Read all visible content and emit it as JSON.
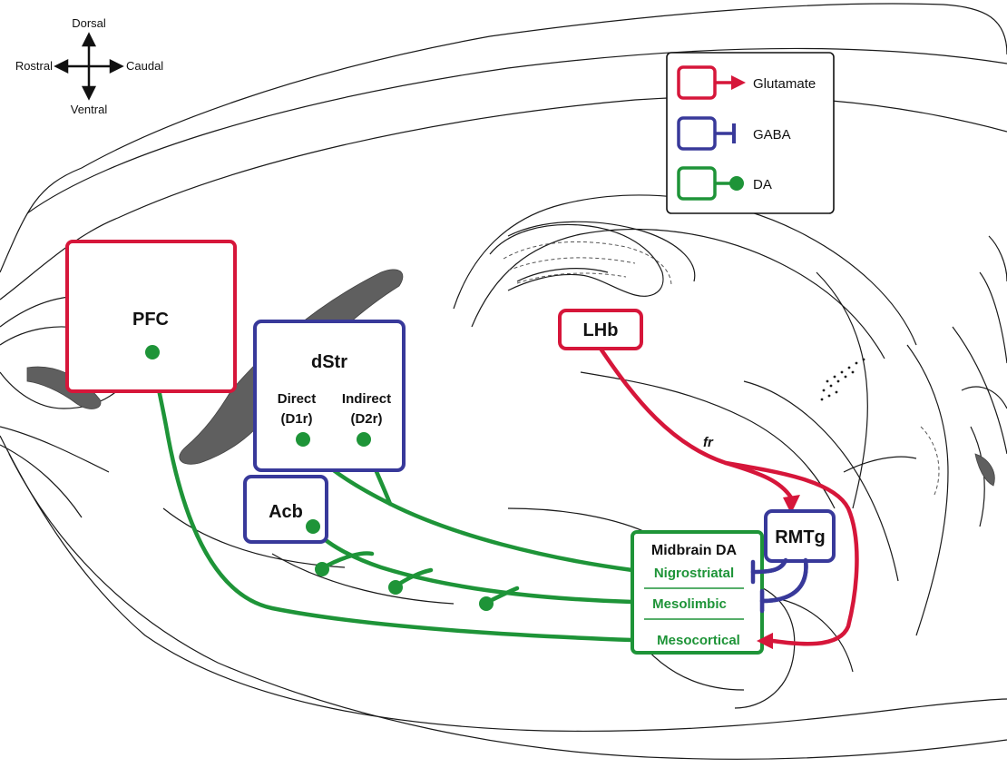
{
  "orientation": {
    "dorsal": "Dorsal",
    "ventral": "Ventral",
    "rostral": "Rostral",
    "caudal": "Caudal"
  },
  "legend": {
    "glutamate": "Glutamate",
    "gaba": "GABA",
    "da": "DA"
  },
  "regions": {
    "pfc": "PFC",
    "dstr": "dStr",
    "direct": "Direct",
    "direct_sub": "(D1r)",
    "indirect": "Indirect",
    "indirect_sub": "(D2r)",
    "acb": "Acb",
    "lhb": "LHb",
    "rmtg": "RMTg",
    "midbrain": "Midbrain DA",
    "nigrostriatal": "Nigrostriatal",
    "mesolimbic": "Mesolimbic",
    "mesocortical": "Mesocortical"
  },
  "labels": {
    "fr": "fr"
  },
  "colors": {
    "glutamate": "#d6163a",
    "gaba": "#38399a",
    "da": "#1e9438",
    "outline": "#1a1a1a",
    "ventricle": "#5f5f5f"
  }
}
